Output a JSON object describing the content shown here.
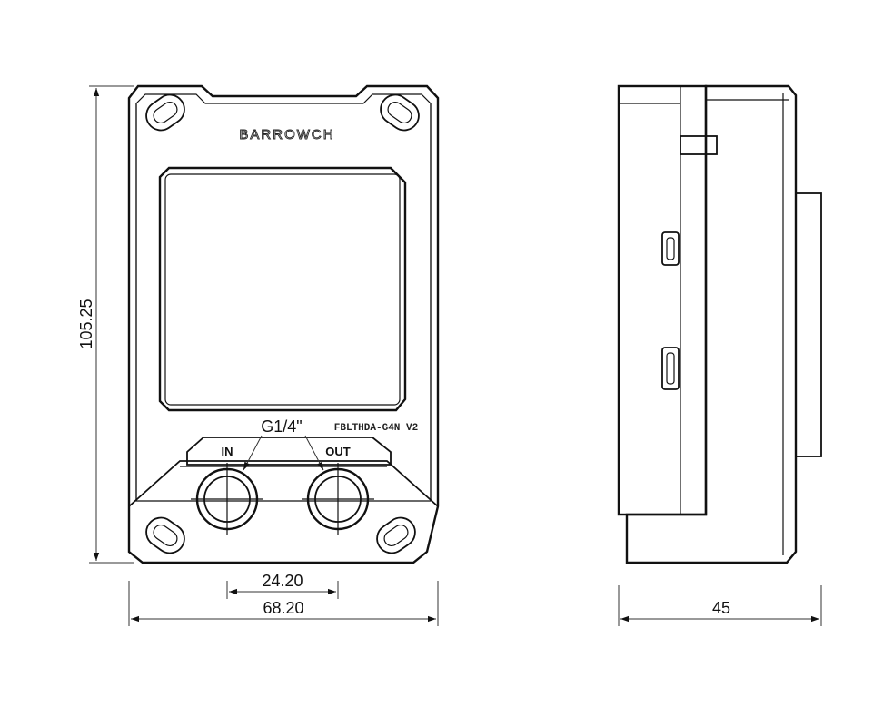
{
  "dimensions": {
    "height": "105.25",
    "width": "68.20",
    "port_spacing": "24.20",
    "depth": "45"
  },
  "labels": {
    "thread": "G1/4\"",
    "inlet": "IN",
    "outlet": "OUT",
    "model": "FBLTHDA-G4N V2",
    "brand": "BARROWCH"
  },
  "icons": {
    "port_top": "usb-c-port-icon",
    "port_bottom": "usb-c-port-icon"
  }
}
